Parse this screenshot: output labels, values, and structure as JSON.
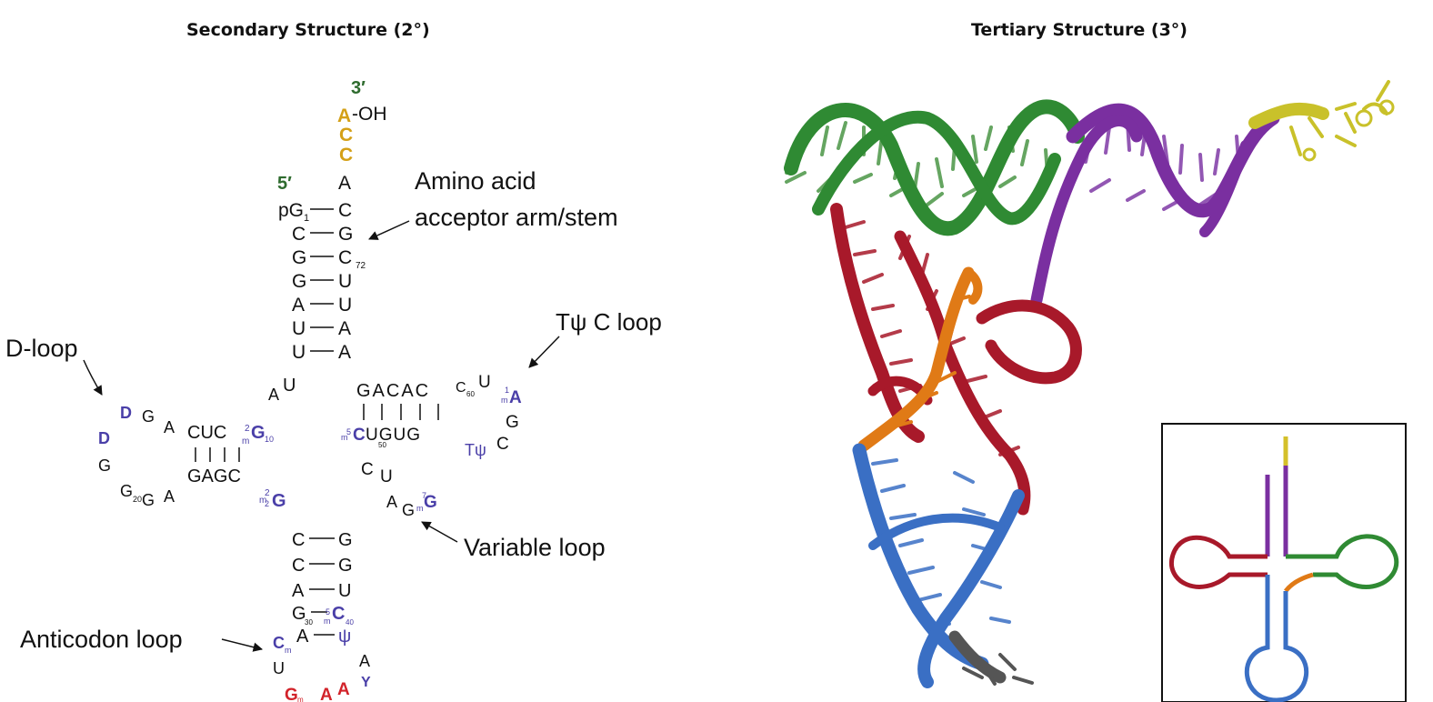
{
  "panels": {
    "secondary_title": "Secondary Structure (2°)",
    "tertiary_title": "Tertiary Structure (3°)"
  },
  "colors": {
    "green": "#2e6b2e",
    "gold": "#d4a017",
    "purple_mod": "#4a3fa8",
    "red": "#d2232a",
    "black": "#111111",
    "ribbon_green": "#2f8a33",
    "ribbon_purple": "#7a2fa0",
    "ribbon_yellow": "#c9c12a",
    "ribbon_red": "#a8192a",
    "ribbon_orange": "#e07a16",
    "ribbon_blue": "#3a6fc4",
    "ribbon_gray": "#555555"
  },
  "labels": {
    "three_prime": "3′",
    "five_prime": "5′",
    "oh": "-OH",
    "amino_acid_line1": "Amino acid",
    "amino_acid_line2": "acceptor arm/stem",
    "t_loop": "Tψ C loop",
    "d_loop": "D-loop",
    "variable_loop": "Variable loop",
    "anticodon_loop": "Anticodon loop"
  },
  "acceptor": {
    "tail": [
      "A",
      "C",
      "C",
      "A"
    ],
    "pairs": [
      [
        "pG",
        "C"
      ],
      [
        "C",
        "G"
      ],
      [
        "G",
        "C"
      ],
      [
        "G",
        "U"
      ],
      [
        "A",
        "U"
      ],
      [
        "U",
        "A"
      ],
      [
        "U",
        "A"
      ]
    ],
    "sub_1": "1",
    "sub_72": "72"
  },
  "d_arm": {
    "top": "CUC",
    "top_mod": "G",
    "top_mod_sup": "2",
    "top_mod_pre": "m",
    "top_sub": "10",
    "bottom": "GAGC",
    "bottom_mod": "G",
    "bottom_mod_pre": "m",
    "bottom_mod_sup": "2",
    "bottom_mod_sub": "2",
    "loop_a1": "A",
    "loop_g1": "G",
    "loop_d1": "D",
    "loop_d2": "D",
    "loop_g2": "G",
    "loop_g3": "G",
    "loop_g3_sub": "20",
    "loop_g4": "G",
    "loop_a2": "A",
    "junction_a": "A",
    "junction_u": "U"
  },
  "t_arm": {
    "top": "GACAC",
    "c_loop": "C",
    "c_loop_sub": "60",
    "u_loop": "U",
    "a_loop": "A",
    "a_loop_pre": "m",
    "a_loop_sup": "1",
    "g_loop": "G",
    "c_loop2": "C",
    "t_psi": "Tψ",
    "bottom_mod": "C",
    "bottom_mod_sup": "5",
    "bottom_mod_pre": "m",
    "bottom": "UGUG",
    "bottom_sub": "50"
  },
  "variable": {
    "c": "C",
    "u": "U",
    "a": "A",
    "g": "G",
    "mod": "G",
    "mod_pre": "m",
    "mod_sup": "7"
  },
  "anticodon_stem": {
    "pairs": [
      [
        "C",
        "G"
      ],
      [
        "C",
        "G"
      ],
      [
        "A",
        "U"
      ],
      [
        "G",
        "C"
      ],
      [
        "A",
        "ψ"
      ]
    ],
    "g_sub": "30",
    "c_mod_pre": "m",
    "c_mod_sup": "5",
    "c_sub": "40",
    "loop_cm": "C",
    "loop_cm_sub": "m",
    "loop_u": "U",
    "loop_a": "A",
    "loop_y": "Y",
    "anticodon": [
      "G",
      "A",
      "A"
    ],
    "anticodon_gm_sub": "m"
  }
}
